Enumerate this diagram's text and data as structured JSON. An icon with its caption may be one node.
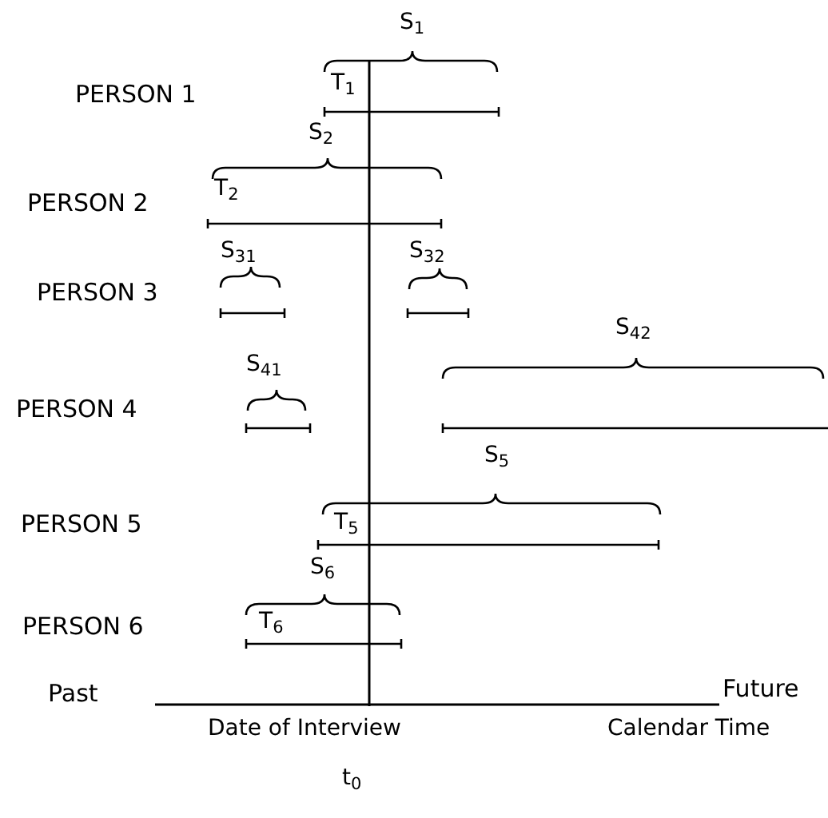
{
  "diagram": {
    "labels": [
      "S$_{1}$",
      "PERSON 1",
      "T$_{1}$",
      "S$_{2}$",
      "PERSON 2",
      "T$_{2}$",
      "S$_{31}$",
      "S$_{32}$",
      "PERSON 3",
      "S$_{42}$",
      "S$_{41}$",
      "PERSON 4",
      "S$_{5}$",
      "PERSON 5",
      "T$_{5}$",
      "S$_{6}$",
      "PERSON 6",
      "T$_{6}$",
      "Past",
      "Future",
      "Date of Interview",
      "Calendar Time",
      "t$_{0}$"
    ]
  }
}
